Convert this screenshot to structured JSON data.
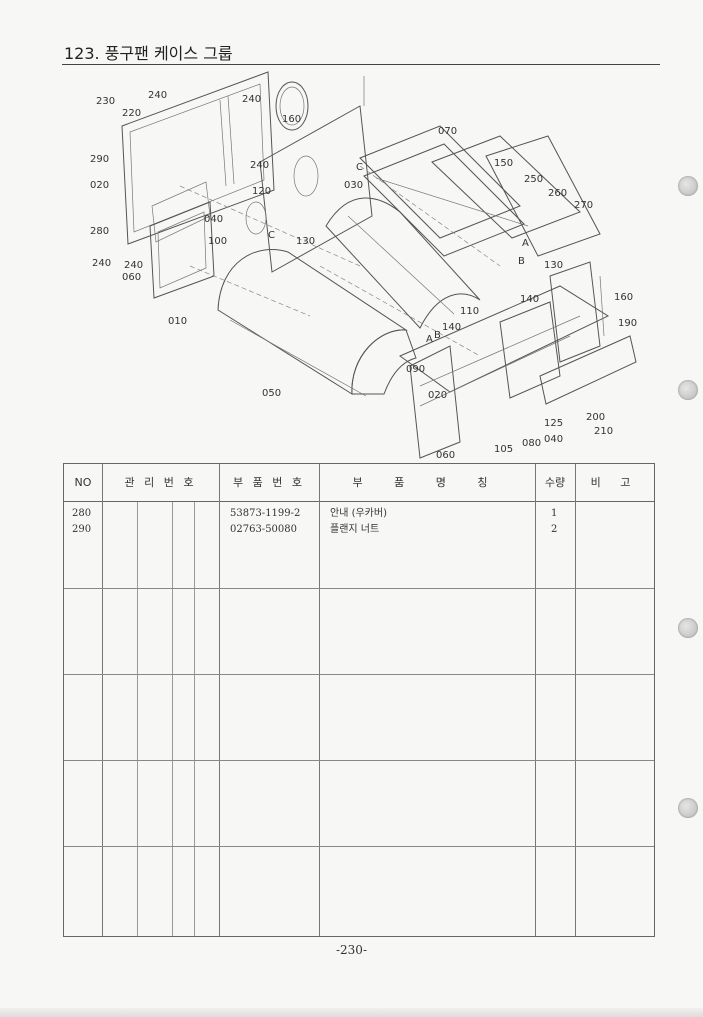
{
  "page": {
    "title": "123. 풍구팬 케이스 그룹",
    "page_number": "-230-"
  },
  "diagram": {
    "callouts": [
      "230",
      "220",
      "240",
      "240",
      "160",
      "290",
      "020",
      "280",
      "240",
      "240",
      "060",
      "010",
      "100",
      "040",
      "120",
      "240",
      "130",
      "C",
      "C",
      "030",
      "070",
      "150",
      "250",
      "260",
      "270",
      "A",
      "B",
      "130",
      "110",
      "140",
      "140",
      "160",
      "190",
      "A",
      "B",
      "050",
      "090",
      "020",
      "125",
      "200",
      "210",
      "105",
      "080",
      "040",
      "060"
    ]
  },
  "table": {
    "headers": {
      "no": "NO",
      "mgmt": "관 리 번 호",
      "part_no": "부 품 번 호",
      "part_name": "부 품 명 칭",
      "qty": "수량",
      "remarks": "비 고"
    },
    "rows": [
      {
        "no": "280",
        "part_no": "53873-1199-2",
        "name": "안내 (우카버)",
        "qty": "1"
      },
      {
        "no": "290",
        "part_no": "02763-50080",
        "name": "플랜지 너트",
        "qty": "2"
      }
    ]
  }
}
